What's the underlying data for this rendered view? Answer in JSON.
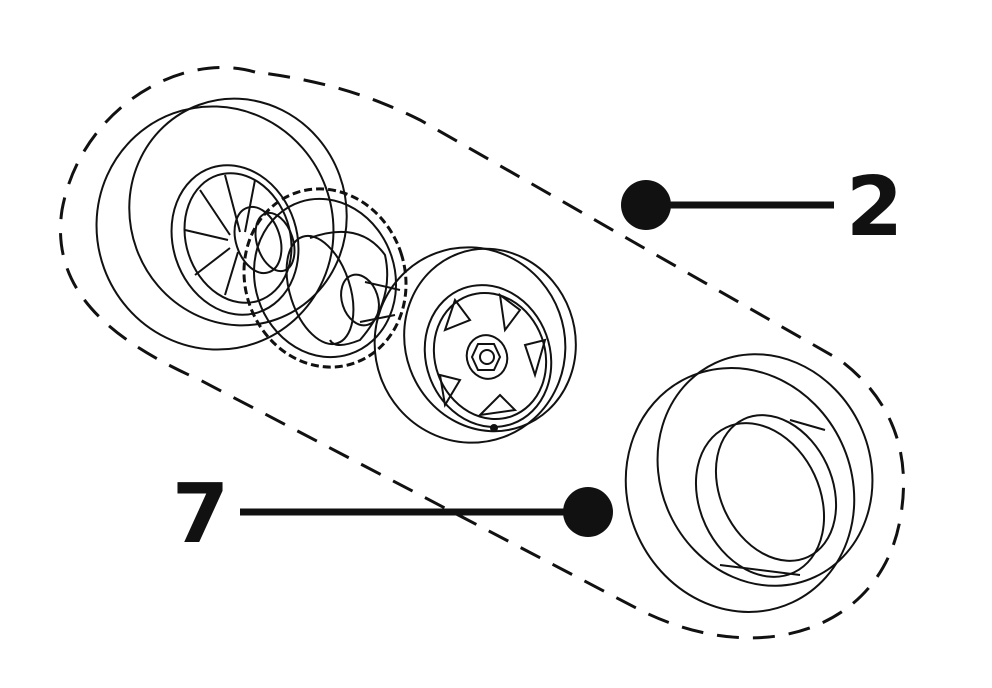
{
  "callouts": [
    {
      "id": "callout-2",
      "label": "2"
    },
    {
      "id": "callout-7",
      "label": "7"
    }
  ],
  "colors": {
    "ink": "#111111",
    "background": "#ffffff"
  }
}
